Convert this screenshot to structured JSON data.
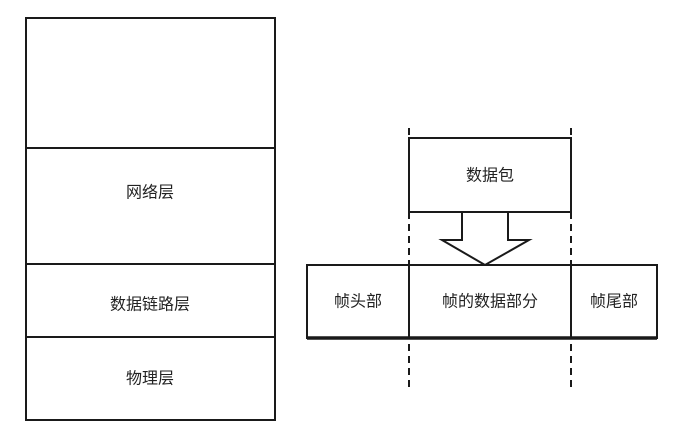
{
  "layer_stack": {
    "layers": [
      {
        "label": ""
      },
      {
        "label": "网络层"
      },
      {
        "label": "数据链路层"
      },
      {
        "label": "物理层"
      }
    ]
  },
  "encapsulation": {
    "packet_label": "数据包",
    "frame": {
      "header_label": "帧头部",
      "data_label": "帧的数据部分",
      "trailer_label": "帧尾部"
    }
  },
  "colors": {
    "stroke": "#1a1a1a",
    "text": "#222222",
    "background": "#ffffff"
  }
}
